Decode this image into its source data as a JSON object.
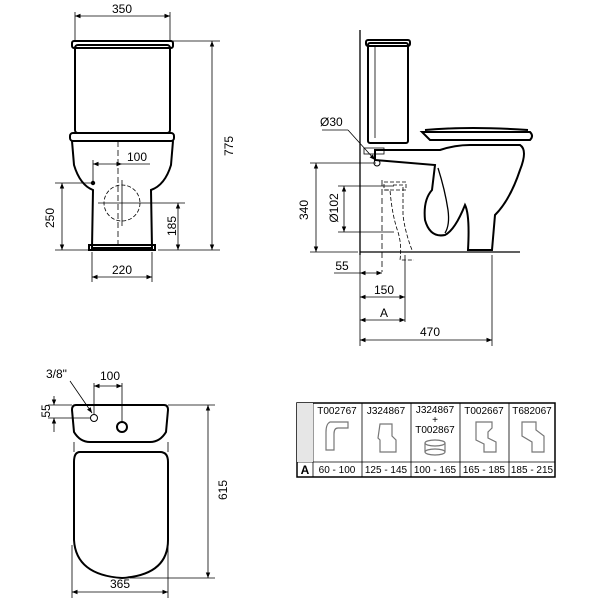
{
  "front_view": {
    "width_top": "350",
    "total_height": "775",
    "inlet_offset": "100",
    "inlet_height": "250",
    "outlet_height": "185",
    "base_width": "220"
  },
  "side_view": {
    "inlet_diameter": "Ø30",
    "outlet_diameter": "Ø102",
    "outlet_height": "340",
    "dim_55": "55",
    "dim_150": "150",
    "dim_a": "A",
    "depth": "470"
  },
  "top_view": {
    "thread": "3/8\"",
    "inlet_offset": "100",
    "inlet_from_back": "55",
    "length": "615",
    "width": "365"
  },
  "connector_table": {
    "row_label": "A",
    "columns": [
      {
        "code": "T002767",
        "code2": "",
        "plus": "",
        "range": "60 - 100"
      },
      {
        "code": "J324867",
        "code2": "",
        "plus": "",
        "range": "125 - 145"
      },
      {
        "code": "J324867",
        "code2": "T002867",
        "plus": "+",
        "range": "100 - 165"
      },
      {
        "code": "T002667",
        "code2": "",
        "plus": "",
        "range": "165 - 185"
      },
      {
        "code": "T682067",
        "code2": "",
        "plus": "",
        "range": "185 - 215"
      }
    ]
  }
}
